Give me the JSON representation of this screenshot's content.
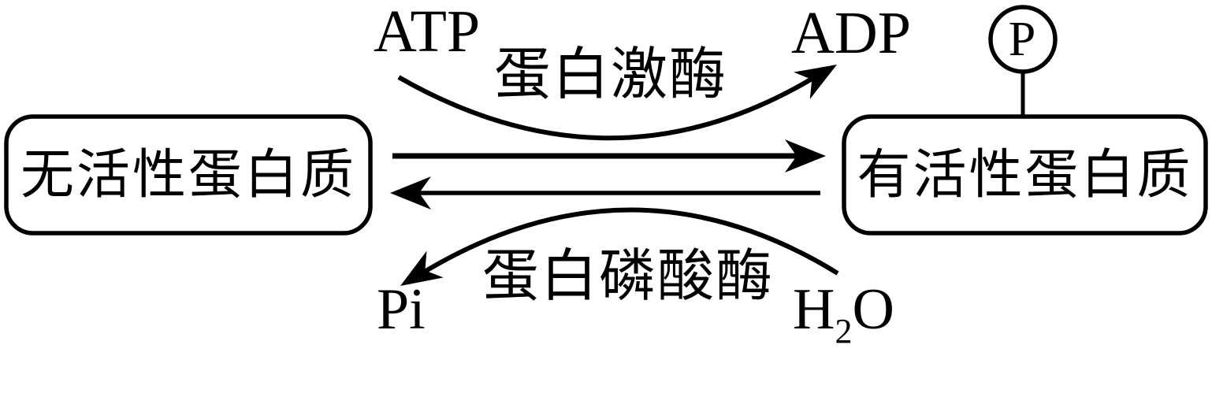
{
  "diagram": {
    "nodes": {
      "inactive_protein": "无活性蛋白质",
      "active_protein": "有活性蛋白质",
      "phosphate_group": "P"
    },
    "phosphorylation": {
      "substrate": "ATP",
      "product": "ADP",
      "enzyme": "蛋白激酶"
    },
    "dephosphorylation": {
      "substrate_h": "H",
      "substrate_sub": "2",
      "substrate_o": "O",
      "product": "Pi",
      "enzyme": "蛋白磷酸酶"
    },
    "colors": {
      "ink": "#000000",
      "background": "#ffffff"
    }
  }
}
